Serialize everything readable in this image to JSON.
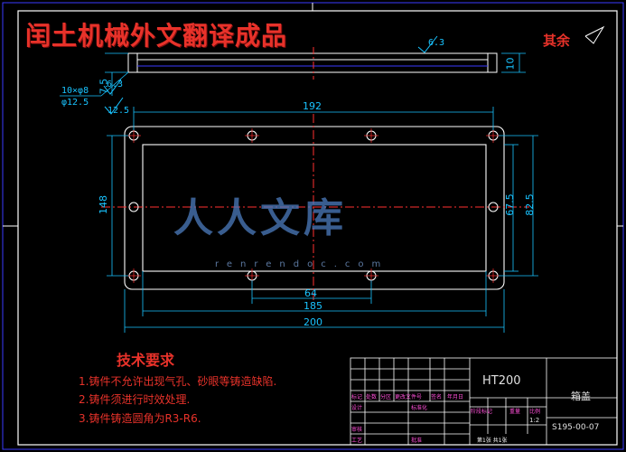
{
  "banner": "闰土机械外文翻译成品",
  "surface_note": "其余",
  "roughness_top": "6.3",
  "roughness_left": "6.3",
  "roughness_left2": "12.5",
  "hole_callout_1": "10×φ8",
  "hole_callout_2": "φ12.5",
  "dims": {
    "top": "192",
    "left": "148",
    "right_inner": "67.5",
    "right_outer": "82.5",
    "bottom_64": "64",
    "bottom_185": "185",
    "bottom_200": "200",
    "side_75": "7.5",
    "side_10": "10"
  },
  "requirements": {
    "title": "技术要求",
    "items": [
      "1.铸件不允许出现气孔、砂眼等铸造缺陷.",
      "2.铸件须进行时效处理.",
      "3.铸件铸造圆角为R3-R6."
    ]
  },
  "title_block": {
    "material": "HT200",
    "part_name": "箱盖",
    "drawing_no": "S195-00-07",
    "scale": "1:2",
    "sheet": "第1张 共1张",
    "labels": [
      "标记",
      "处数",
      "分区",
      "更改文件号",
      "签名",
      "年月日",
      "设计",
      "标准化",
      "阶段标记",
      "重量",
      "比例",
      "审核",
      "工艺",
      "批准"
    ]
  },
  "watermark": {
    "text": "人人文库",
    "url": "renrendoc.com"
  },
  "colors": {
    "drawing_line": "#ffffff",
    "center_line": "#ff3030",
    "dimension": "#19c3ff",
    "annotation_red": "#e8322a",
    "title_block_label": "#ff4fd8",
    "frame_blue": "#3a3aff"
  }
}
